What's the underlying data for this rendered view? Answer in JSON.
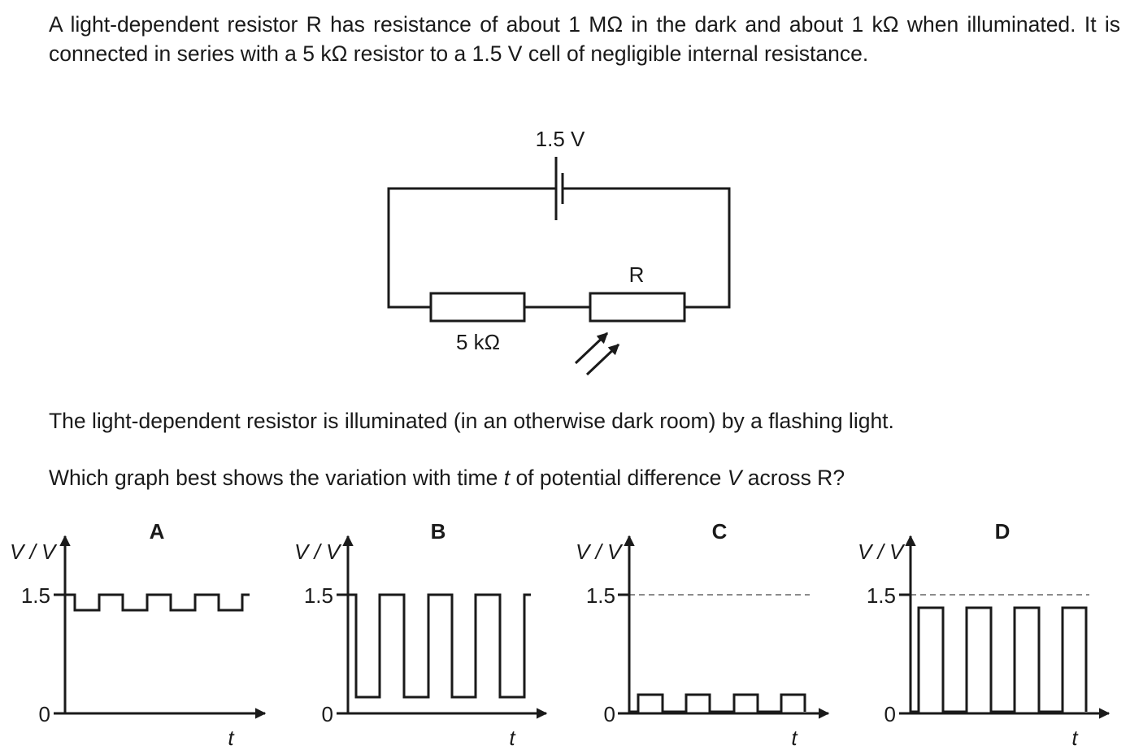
{
  "question": {
    "intro": "A light-dependent resistor R has resistance of about 1 MΩ in the dark and about 1 kΩ when illuminated. It is connected in series with a 5 kΩ resistor to a 1.5 V cell of negligible internal resistance.",
    "flash_text": "The light-dependent resistor is illuminated (in an otherwise dark room) by a flashing light.",
    "prompt_parts": [
      "Which graph best shows the variation with time ",
      "t",
      " of potential difference ",
      "V",
      " across R?"
    ]
  },
  "circuit": {
    "cell_label": "1.5 V",
    "resistor_label": "5 kΩ",
    "ldr_label": "R"
  },
  "options": [
    {
      "letter": "A",
      "y_label": "V / V",
      "y_high": "1.5",
      "y_zero": "0",
      "x_label": "t"
    },
    {
      "letter": "B",
      "y_label": "V / V",
      "y_high": "1.5",
      "y_zero": "0",
      "x_label": "t"
    },
    {
      "letter": "C",
      "y_label": "V / V",
      "y_high": "1.5",
      "y_zero": "0",
      "x_label": "t"
    },
    {
      "letter": "D",
      "y_label": "V / V",
      "y_high": "1.5",
      "y_zero": "0",
      "x_label": "t"
    }
  ]
}
